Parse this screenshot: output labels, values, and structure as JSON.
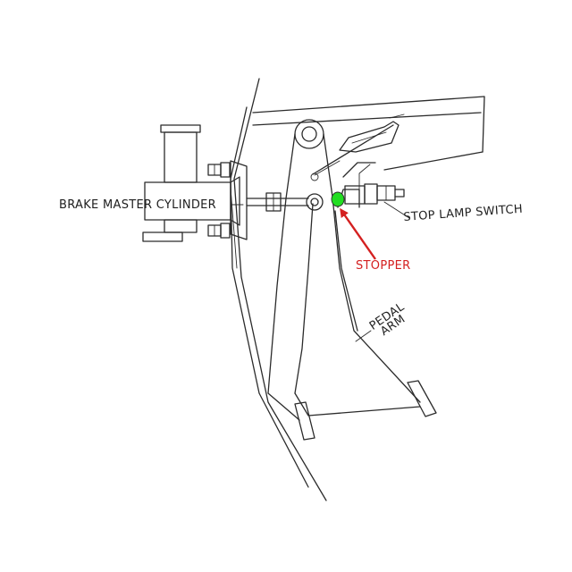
{
  "labels": {
    "brake_master_cylinder": "BRAKE MASTER CYLINDER",
    "stop_lamp_switch": "STOP LAMP SWITCH",
    "stopper": "STOPPER",
    "pedal_arm_line1": "PEDAL",
    "pedal_arm_line2": "ARM"
  },
  "colors": {
    "stopper_highlight": "#22dd22",
    "stopper_arrow": "#d42020",
    "stopper_label": "#d42020",
    "linework": "#2b2b2b"
  }
}
